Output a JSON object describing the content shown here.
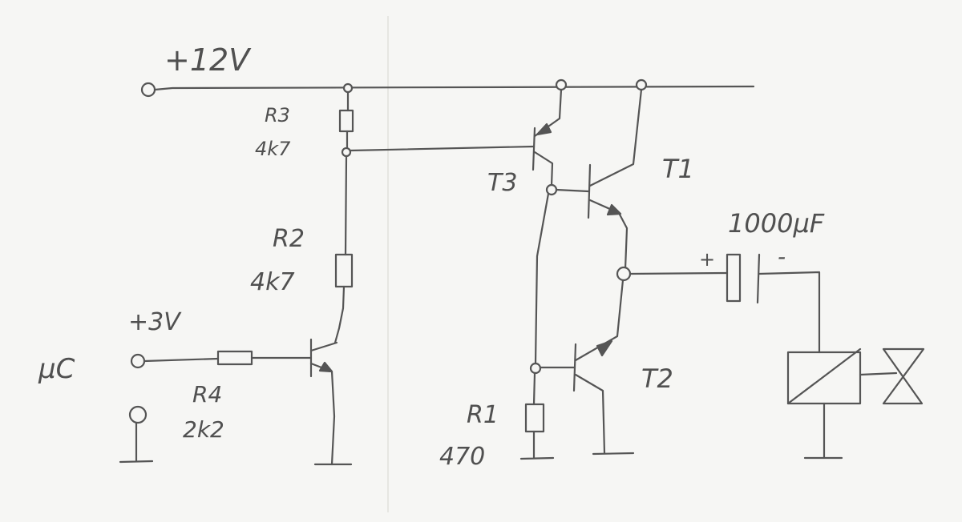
{
  "labels": {
    "supply": "+12V",
    "logic_supply": "+3V",
    "mc": "µC",
    "r3_name": "R3",
    "r3_value": "4k7",
    "r2_name": "R2",
    "r2_value": "4k7",
    "r4_name": "R4",
    "r4_value": "2k2",
    "r1_name": "R1",
    "r1_value": "470",
    "t1": "T1",
    "t2": "T2",
    "t3": "T3",
    "cap_value": "1000µF",
    "cap_plus": "+",
    "cap_minus": "-"
  },
  "colors": {
    "ink": "#555555",
    "paper": "#f6f6f4"
  }
}
